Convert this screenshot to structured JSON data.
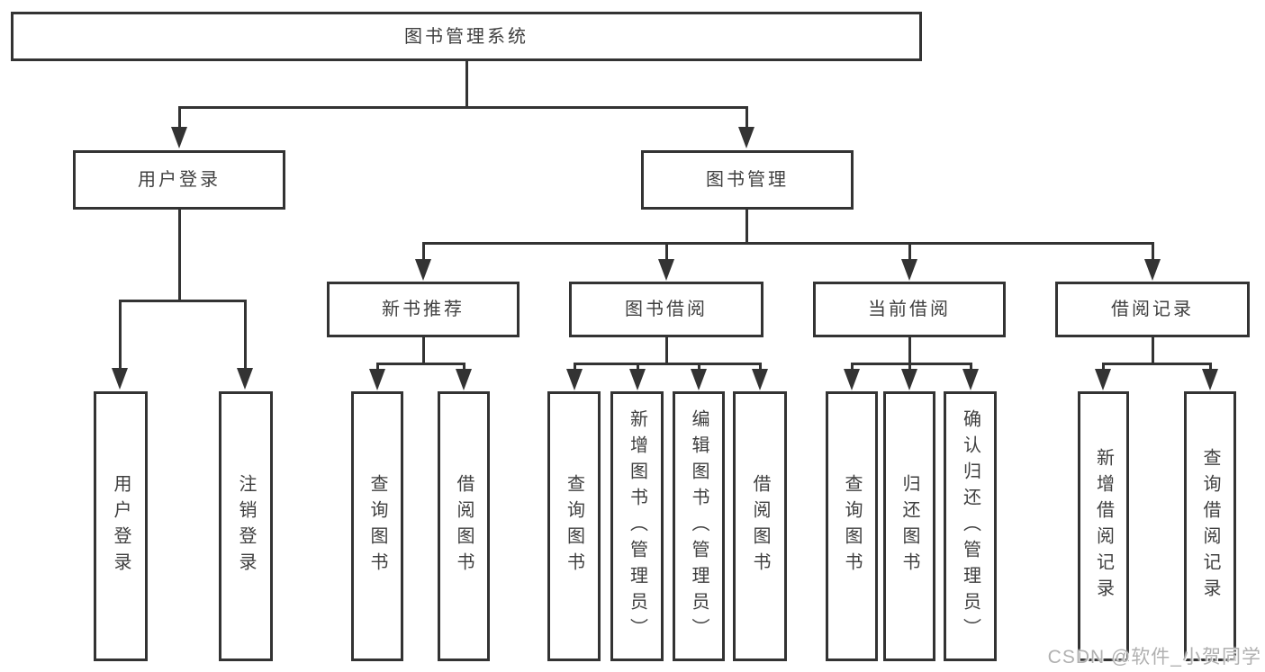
{
  "colors": {
    "line": "#333333",
    "text": "#3f3f3f",
    "watermark": "#b0b0b0",
    "bg": "#ffffff"
  },
  "root": {
    "label": "图书管理系统"
  },
  "level2": {
    "user_login": {
      "label": "用户登录"
    },
    "book_mgmt": {
      "label": "图书管理"
    }
  },
  "level3": {
    "new_book_rec": {
      "label": "新书推荐"
    },
    "book_borrow": {
      "label": "图书借阅"
    },
    "current_borrow": {
      "label": "当前借阅"
    },
    "borrow_record": {
      "label": "借阅记录"
    }
  },
  "leaves": {
    "user_login": [
      "用户登录",
      "注销登录"
    ],
    "new_book_rec": [
      "查询图书",
      "借阅图书"
    ],
    "book_borrow": [
      "查询图书",
      "新增图书（管理员）",
      "编辑图书（管理员）",
      "借阅图书"
    ],
    "current_borrow": [
      "查询图书",
      "归还图书",
      "确认归还（管理员）"
    ],
    "borrow_record": [
      "新增借阅记录",
      "查询借阅记录"
    ]
  },
  "watermark": {
    "label": "CSDN @软件_小贺同学"
  }
}
